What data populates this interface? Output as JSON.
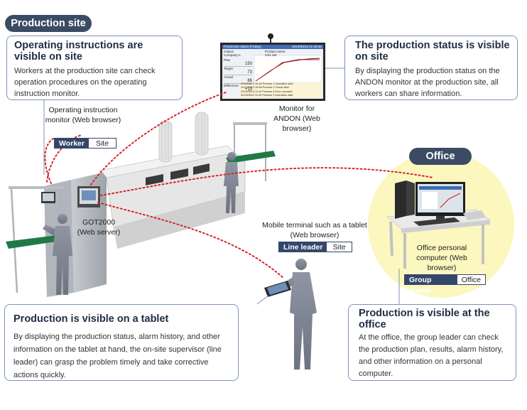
{
  "badges": {
    "production_site": "Production site",
    "office": "Office"
  },
  "cards": {
    "instructions": {
      "title": "Operating instructions are visible on site",
      "body": "Workers at the production site can check operation procedures on the operating instruction monitor."
    },
    "status": {
      "title": "The production status is visible on site",
      "body": "By displaying the production status on the ANDON monitor at the production site, all workers can share information."
    },
    "tablet": {
      "title": "Production is visible on a tablet",
      "body": "By displaying the production status, alarm history, and other information on the tablet at hand, the on-site supervisor (line leader) can grasp the problem timely and take corrective actions quickly."
    },
    "office": {
      "title": "Production is visible at the office",
      "body": "At the office, the group leader can check the production plan, results, alarm history, and other information on a personal computer."
    }
  },
  "labels": {
    "instruction_monitor": "Operating instruction monitor (Web browser)",
    "andon_monitor": "Monitor for ANDON (Web browser)",
    "got2000": "GOT2000 (Web server)",
    "mobile_terminal": "Mobile terminal such as a tablet (Web browser)",
    "office_pc": "Office personal computer (Web browser)"
  },
  "tags": {
    "worker": {
      "role": "Worker",
      "place": "Site"
    },
    "line_leader": {
      "role": "Line leader",
      "place": "Site"
    },
    "group_leader": {
      "role": "Group leader",
      "place": "Office"
    }
  },
  "andon_screen": {
    "title": "Production status (Friday)",
    "date": "2013/05/13  11:48:30",
    "output_label": "Output",
    "output_value": "Company A",
    "product_label": "Product name",
    "product_value": "C01 Vat",
    "rows": [
      {
        "label": "Plan",
        "value": "150"
      },
      {
        "label": "Target",
        "value": "73"
      },
      {
        "label": "Actual",
        "value": "86"
      },
      {
        "label": "Difference",
        "value": "+13"
      }
    ],
    "log": [
      "2013/05/13 10:48 Process 1 Operation start",
      "2013/05/13 10:58 Process 2 Check start",
      "2013/05/13 11:10 Process 3 Error occurred",
      "2013/05/13 11:25 Process 3 Operation start"
    ]
  },
  "colors": {
    "accent": "#3b4b63",
    "card_border": "#7d93b8",
    "dotted_line": "#d8242a",
    "office_circle": "#fbf7bf",
    "table_green": "#1f7a45"
  }
}
